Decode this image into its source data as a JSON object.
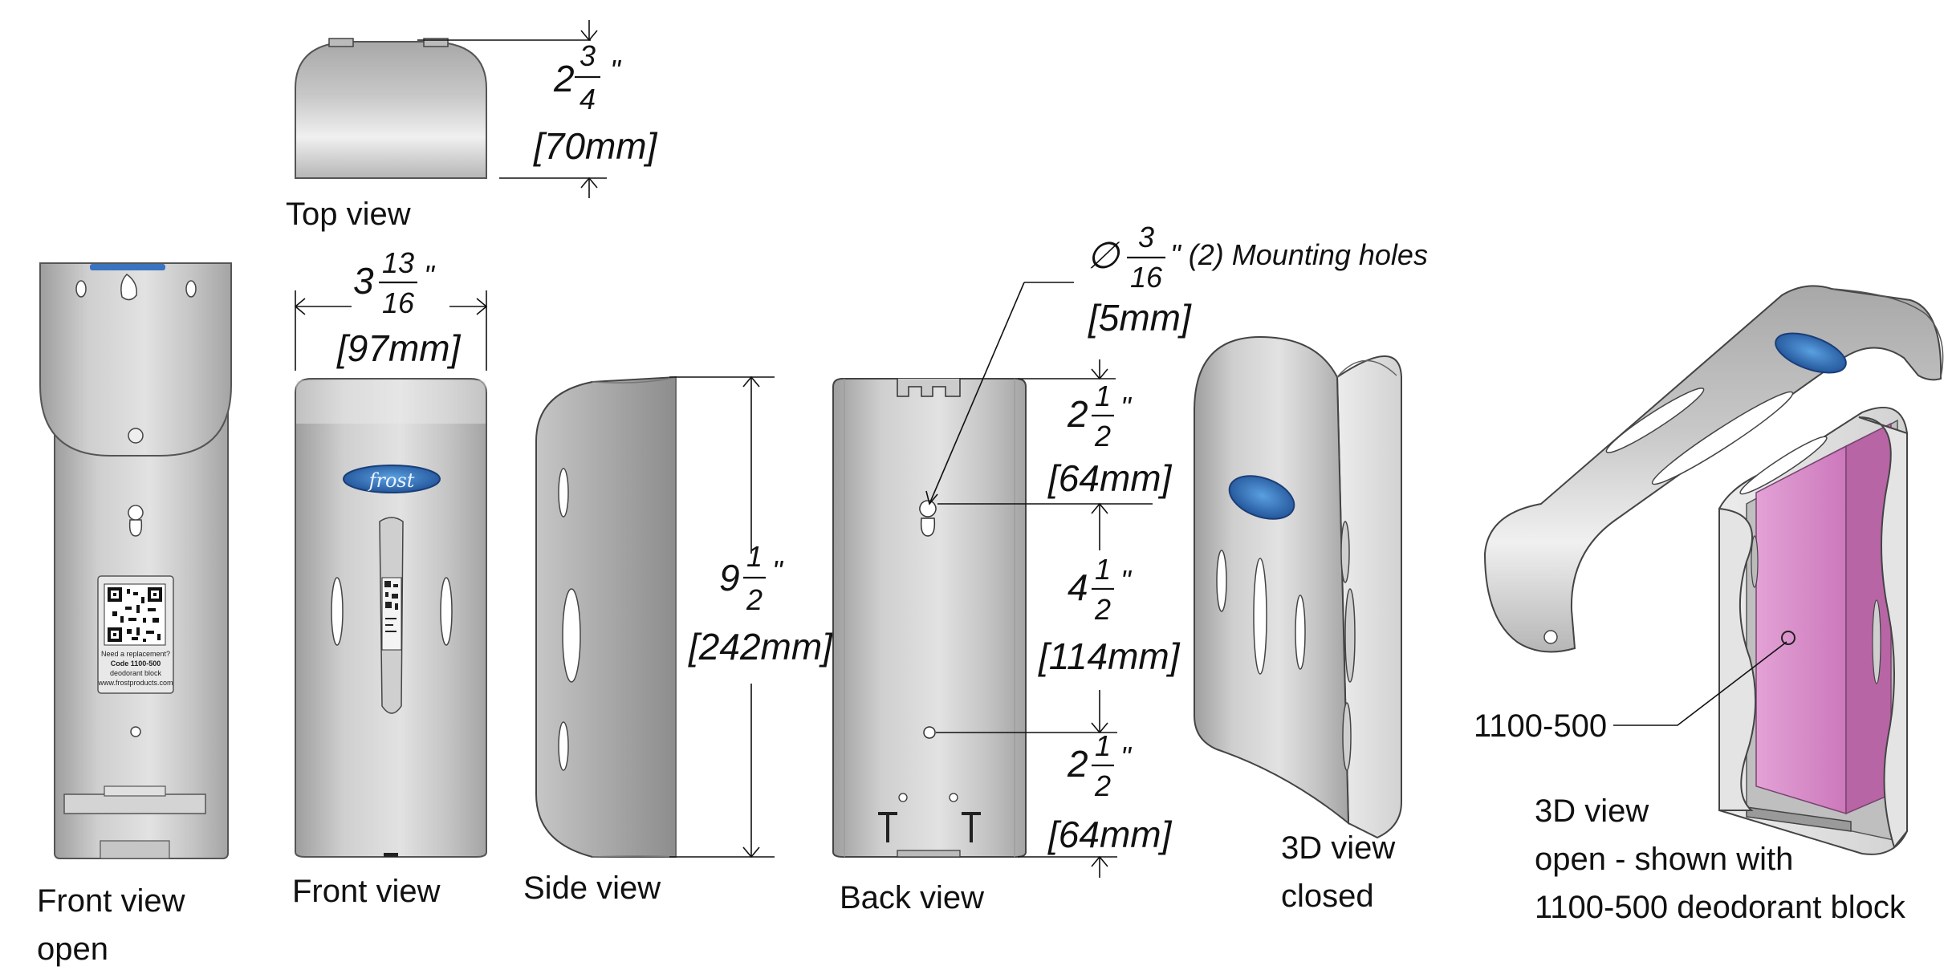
{
  "views": {
    "top": "Top view",
    "front_open_line1": "Front view",
    "front_open_line2": "open",
    "front": "Front view",
    "side": "Side view",
    "back": "Back view",
    "closed_line1": "3D view",
    "closed_line2": "closed",
    "open_line1": "3D view",
    "open_line2": "open - shown with",
    "open_line3": "1100-500 deodorant block"
  },
  "dimensions": {
    "depth": {
      "whole": "2",
      "num": "3",
      "den": "4",
      "unit": "\"",
      "metric": "[70mm]"
    },
    "width": {
      "whole": "3",
      "num": "13",
      "den": "16",
      "unit": "\"",
      "metric": "[97mm]"
    },
    "height": {
      "whole": "9",
      "num": "1",
      "den": "2",
      "unit": "\"",
      "metric": "[242mm]"
    },
    "top_to_hole": {
      "whole": "2",
      "num": "1",
      "den": "2",
      "unit": "\"",
      "metric": "[64mm]"
    },
    "hole_to_hole": {
      "whole": "4",
      "num": "1",
      "den": "2",
      "unit": "\"",
      "metric": "[114mm]"
    },
    "hole_to_bottom": {
      "whole": "2",
      "num": "1",
      "den": "2",
      "unit": "\"",
      "metric": "[64mm]"
    },
    "mounting_holes": {
      "symbol": "∅",
      "num": "3",
      "den": "16",
      "text": "\" (2) Mounting holes",
      "metric": "[5mm]"
    }
  },
  "part_callout": "1100-500",
  "brand_logo": "frost",
  "label_card": {
    "line1": "Need a replacement?",
    "line2": "Code 1100-500",
    "line3": "deodorant block",
    "line4": "www.frostproducts.com"
  },
  "colors": {
    "steel_light": "#d8d8d8",
    "steel_dark": "#9a9a9a",
    "logo_blue": "#2d6db5",
    "deodorant_pink": "#d98ac8"
  }
}
